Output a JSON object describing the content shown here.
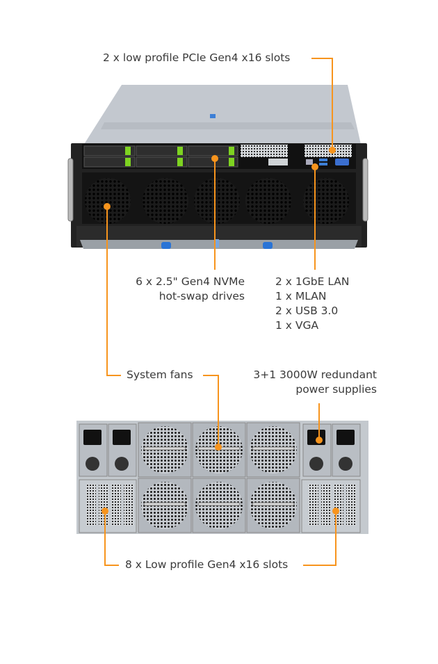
{
  "accent_color": "#f7941d",
  "front_view": {
    "callouts": {
      "pcie_slots": "2 x low profile PCIe Gen4 x16 slots",
      "drives": [
        "6 x 2.5\" Gen4 NVMe",
        "hot-swap drives"
      ],
      "io_ports": [
        "2 x 1GbE LAN",
        "1 x MLAN",
        "2 x USB 3.0",
        "1 x VGA"
      ],
      "fans": "System fans"
    }
  },
  "rear_view": {
    "callouts": {
      "power_supplies": [
        "3+1 3000W redundant",
        "power supplies"
      ],
      "slots": "8 x Low profile Gen4 x16 slots"
    }
  }
}
